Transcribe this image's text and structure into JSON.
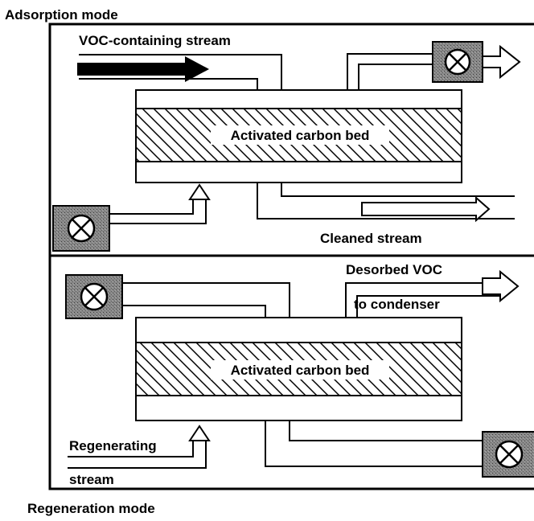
{
  "adsorption": {
    "mode_label": "Adsorption mode",
    "inlet_label": "VOC-containing stream",
    "bed_label": "Activated carbon bed",
    "outlet_label": "Cleaned stream"
  },
  "regeneration": {
    "mode_label": "Regeneration mode",
    "bed_label": "Activated carbon bed",
    "outlet_label_line1": "Desorbed VOC",
    "outlet_label_line2": "to condenser",
    "inlet_label_line1": "Regenerating",
    "inlet_label_line2": "stream"
  },
  "icons": [
    "valve-icon",
    "flow-arrow-icon"
  ],
  "colors": {
    "ink": "#000000",
    "valve_fill": "#7a7a7a",
    "paper": "#ffffff"
  }
}
